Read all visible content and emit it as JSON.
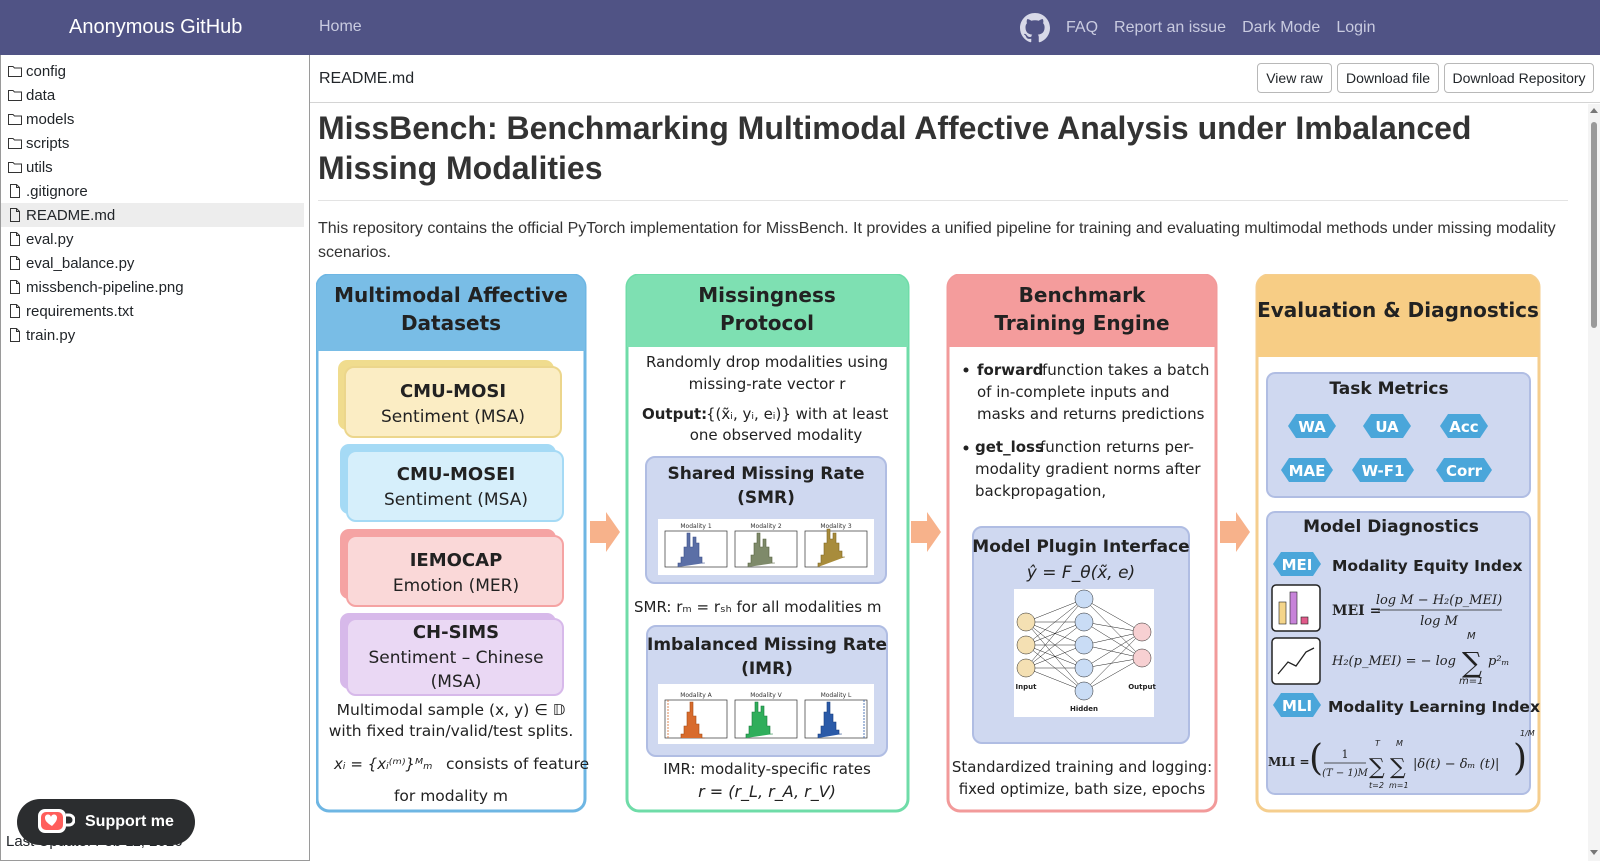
{
  "navbar": {
    "brand": "Anonymous GitHub",
    "home": "Home",
    "links": {
      "faq": "FAQ",
      "report": "Report an issue",
      "dark": "Dark Mode",
      "login": "Login"
    },
    "color": "#505385"
  },
  "sidebar": {
    "items": [
      {
        "label": "config",
        "type": "folder"
      },
      {
        "label": "data",
        "type": "folder"
      },
      {
        "label": "models",
        "type": "folder"
      },
      {
        "label": "scripts",
        "type": "folder"
      },
      {
        "label": "utils",
        "type": "folder"
      },
      {
        "label": ".gitignore",
        "type": "file"
      },
      {
        "label": "README.md",
        "type": "file"
      },
      {
        "label": "eval.py",
        "type": "file"
      },
      {
        "label": "eval_balance.py",
        "type": "file"
      },
      {
        "label": "missbench-pipeline.png",
        "type": "file"
      },
      {
        "label": "requirements.txt",
        "type": "file"
      },
      {
        "label": "train.py",
        "type": "file"
      }
    ],
    "last_update": "Last Update: Feb 11, 2026",
    "support": "Support me"
  },
  "file": {
    "name": "README.md",
    "view_raw": "View raw",
    "download_file": "Download file",
    "download_repo": "Download Repository"
  },
  "readme": {
    "title": "MissBench: Benchmarking Multimodal Affective Analysis under Imbalanced Missing Modalities",
    "intro": "This repository contains the official PyTorch implementation for MissBench. It provides a unified pipeline for training and evaluating multimodal methods under missing modality scenarios."
  },
  "pipeline": {
    "datasets": {
      "header1": "Multimodal Affective",
      "header2": "Datasets",
      "d1a": "CMU-MOSI",
      "d1b": "Sentiment (MSA)",
      "d2a": "CMU-MOSEI",
      "d2b": "Sentiment (MSA)",
      "d3a": "IEMOCAP",
      "d3b": "Emotion (MER)",
      "d4a": "CH-SIMS",
      "d4b": "Sentiment – Chinese",
      "d4c": "(MSA)",
      "n1": "Multimodal sample (x, y) ∈ 𝔻",
      "n2": "with fixed train/valid/test splits.",
      "n3": "consists of feature",
      "n4": "for modality m"
    },
    "protocol": {
      "header1": "Missingness",
      "header2": "Protocol",
      "t1": "Randomly drop modalities using",
      "t2": "missing-rate vector r",
      "out1": "Output:",
      "out2": "{(x̃ᵢ, yᵢ, eᵢ)} with at least",
      "out3": "one observed modality",
      "smr1": "Shared Missing Rate",
      "smr2": "(SMR)",
      "smr_note": "SMR: rₘ = rₛₕ for all modalities m",
      "imr1": "Imbalanced Missing Rate",
      "imr2": "(IMR)",
      "imr_note": "IMR: modality-specific rates",
      "imr_formula": "r = (r_L, r_A, r_V)",
      "m1": "Modality 1",
      "m2": "Modality 2",
      "m3": "Modality 3",
      "ma": "Modality A",
      "mv": "Modality V",
      "ml": "Modality L"
    },
    "engine": {
      "header1": "Benchmark",
      "header2": "Training Engine",
      "b1a": "forward",
      "b1b": "function takes a batch",
      "b1c": "of  in-complete  inputs  and",
      "b1d": "masks and returns predictions",
      "b2a": "get_loss",
      "b2b": "function returns per-",
      "b2c": "modality gradient norms after",
      "b2d": "backpropagation,",
      "plugin": "Model Plugin Interface",
      "plugin_formula": "ŷ = F_θ(x̃, e)",
      "in": "Input",
      "hidden": "Hidden",
      "out": "Output",
      "foot1": "Standardized training and logging:",
      "foot2": "fixed optimize, bath size, epochs"
    },
    "eval": {
      "header": "Evaluation & Diagnostics",
      "task": "Task Metrics",
      "metrics": [
        "WA",
        "UA",
        "Acc",
        "MAE",
        "W-F1",
        "Corr"
      ],
      "diag": "Model Diagnostics",
      "mei": "MEI",
      "mei_name": "Modality Equity Index",
      "mli": "MLI",
      "mli_name": "Modality Learning Index"
    }
  }
}
